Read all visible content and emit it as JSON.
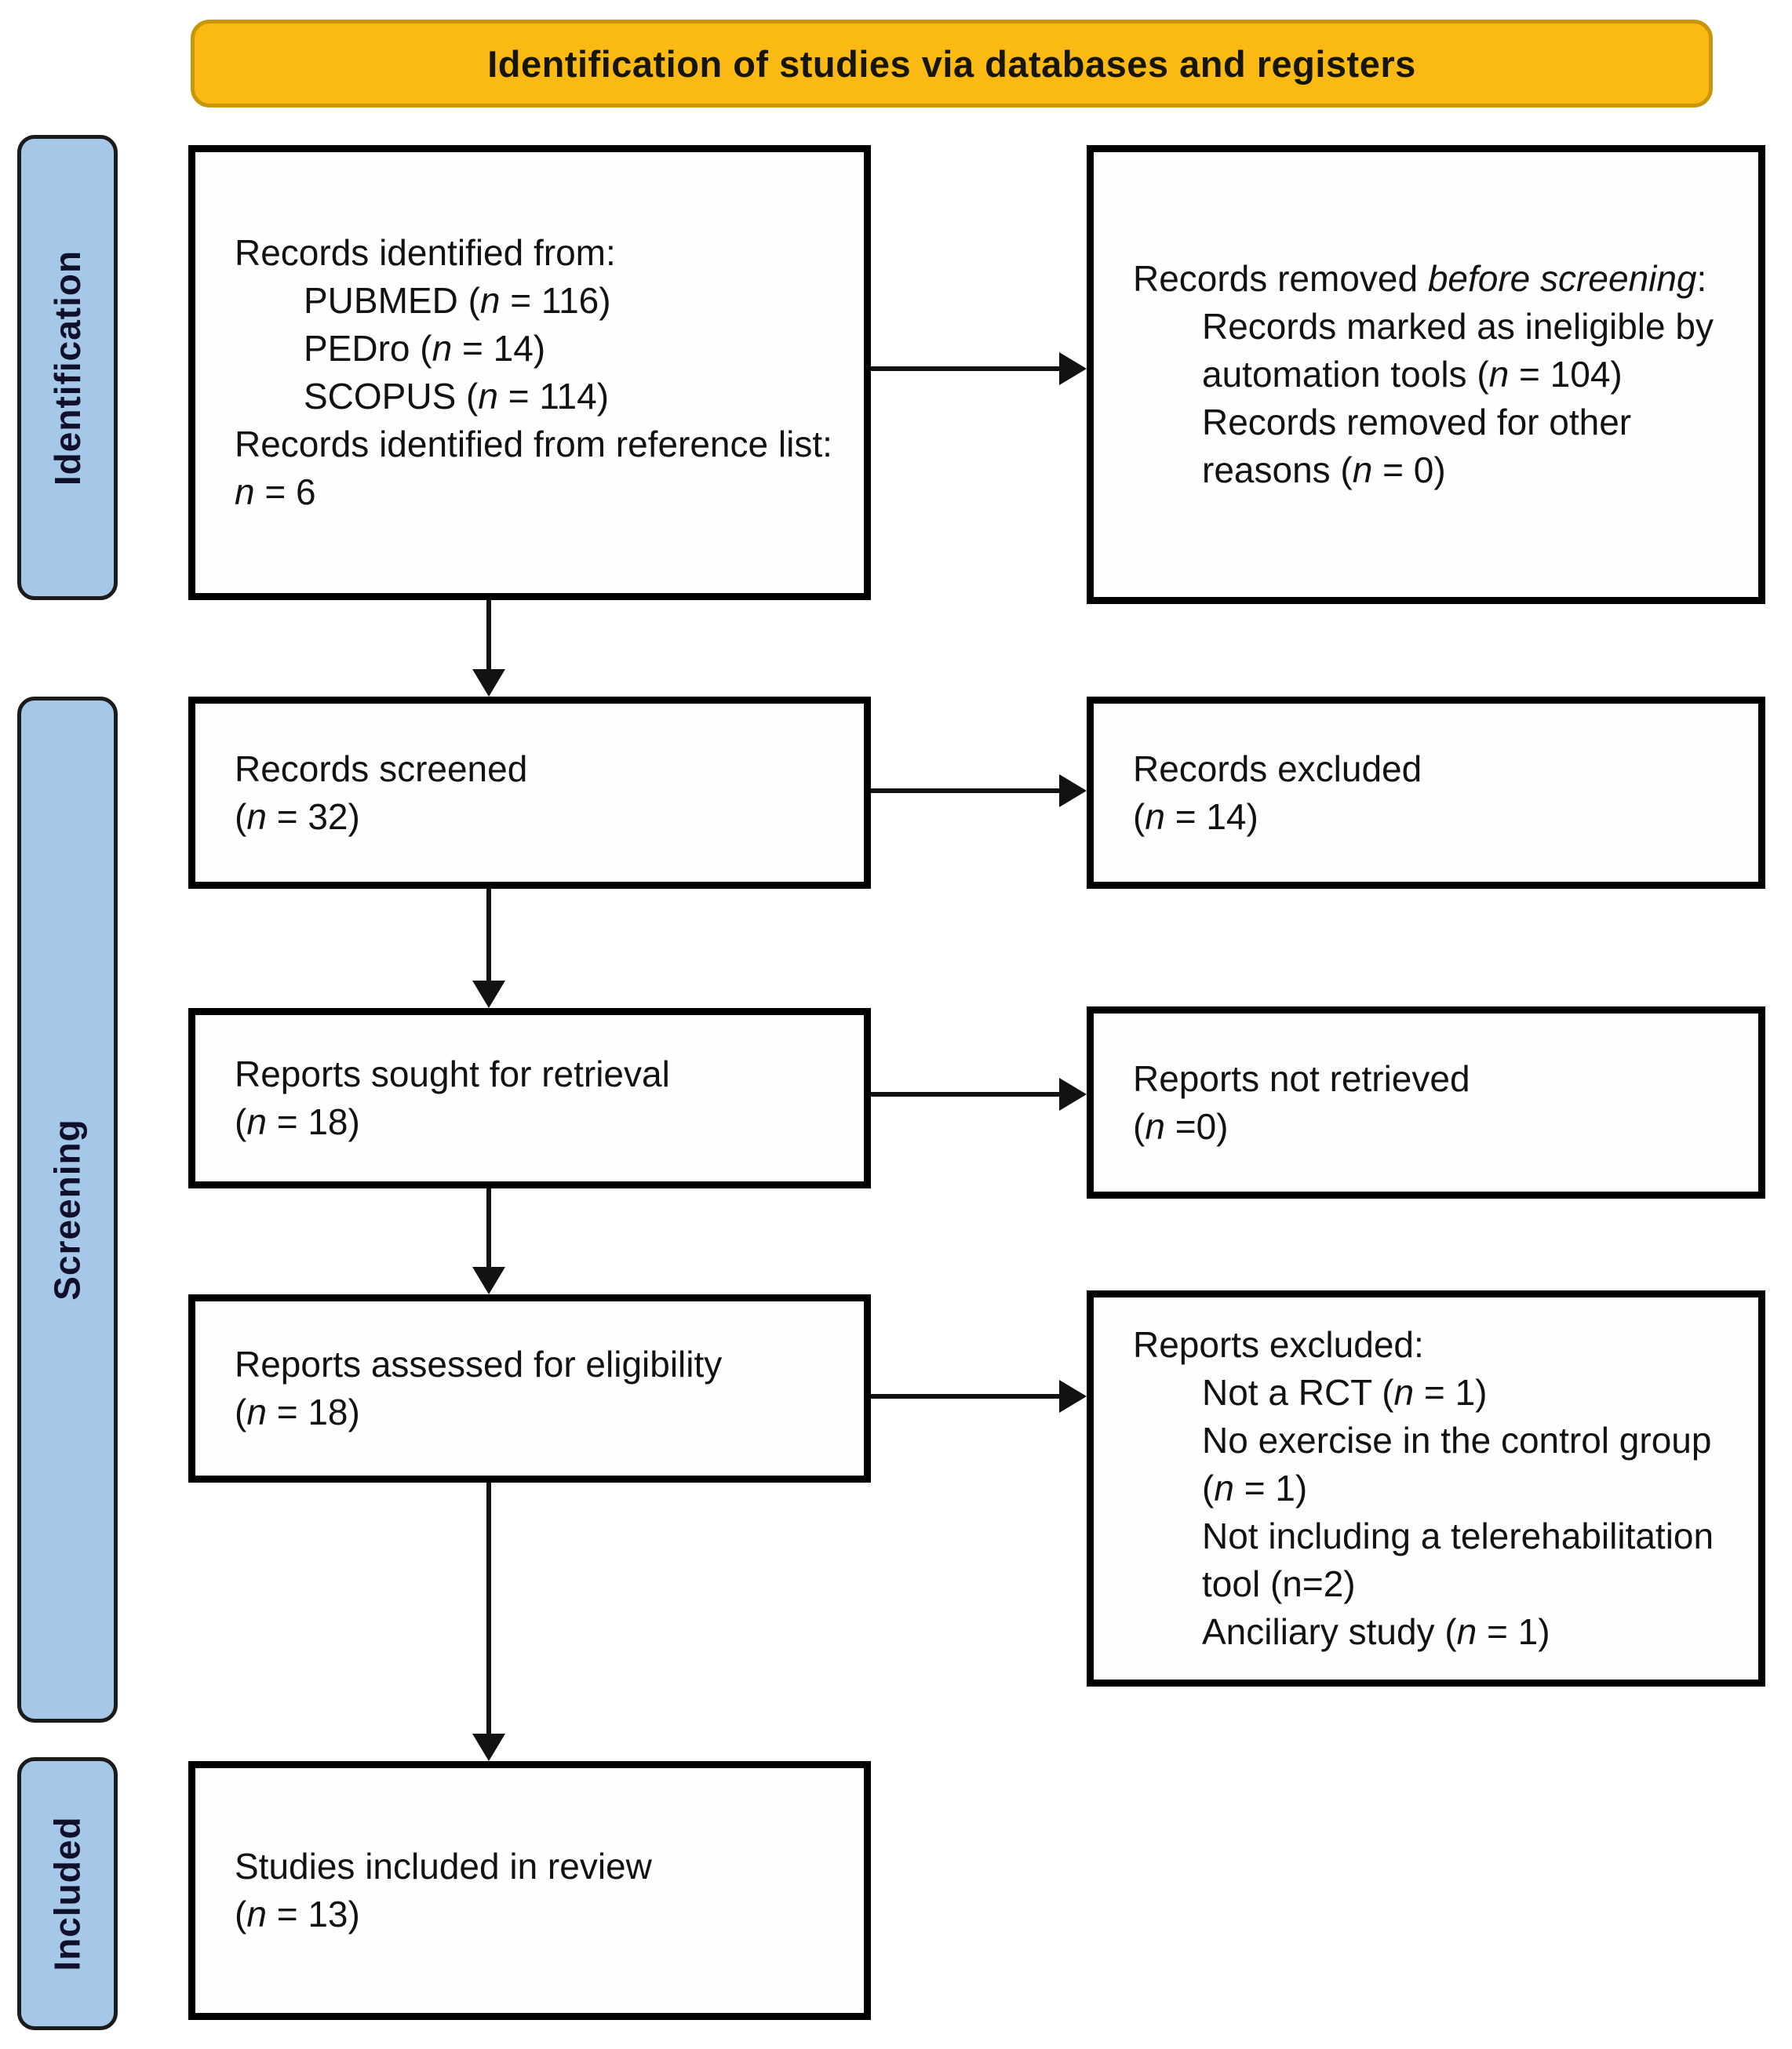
{
  "banner": {
    "title": "Identification of studies via databases and registers"
  },
  "sidebar": {
    "stages": [
      {
        "label": "Identification"
      },
      {
        "label": "Screening"
      },
      {
        "label": "Included"
      }
    ]
  },
  "flow": {
    "records_identified": {
      "title": "Records identified from:",
      "items": [
        "PUBMED (n = 116)",
        "PEDro (n = 14)",
        "SCOPUS (n = 114)"
      ],
      "footer": "Records identified from reference list: n = 6"
    },
    "records_removed": {
      "prefix": "Records removed ",
      "italic": "before screening",
      "suffix": ":",
      "items": [
        "Records marked as ineligible by automation tools (n = 104)",
        "Records removed for other reasons (n = 0)"
      ]
    },
    "records_screened": {
      "line1": "Records screened",
      "line2": "(n = 32)"
    },
    "records_excluded": {
      "line1": "Records excluded",
      "line2": "(n = 14)"
    },
    "reports_sought": {
      "line1": "Reports sought for retrieval",
      "line2": "(n = 18)"
    },
    "reports_not_retrieved": {
      "line1": "Reports not retrieved",
      "line2": "(n =0)"
    },
    "reports_assessed": {
      "line1": "Reports assessed for eligibility",
      "line2": "(n = 18)"
    },
    "reports_excluded": {
      "title": "Reports excluded:",
      "items": [
        "Not a RCT (n = 1)",
        "No exercise in the control group (n = 1)",
        "Not including a telerehabilitation tool (n=2)",
        "Anciliary study (n = 1)"
      ]
    },
    "studies_included": {
      "line1": "Studies included in review",
      "line2": "(n = 13)"
    }
  },
  "colors": {
    "banner_fill": "#FBB913",
    "banner_border": "#C89608",
    "stage_fill": "#A6C8E8",
    "stage_border": "#1B1B1B",
    "box_border": "#000000",
    "ink": "#121212",
    "arrow": "#121212"
  }
}
